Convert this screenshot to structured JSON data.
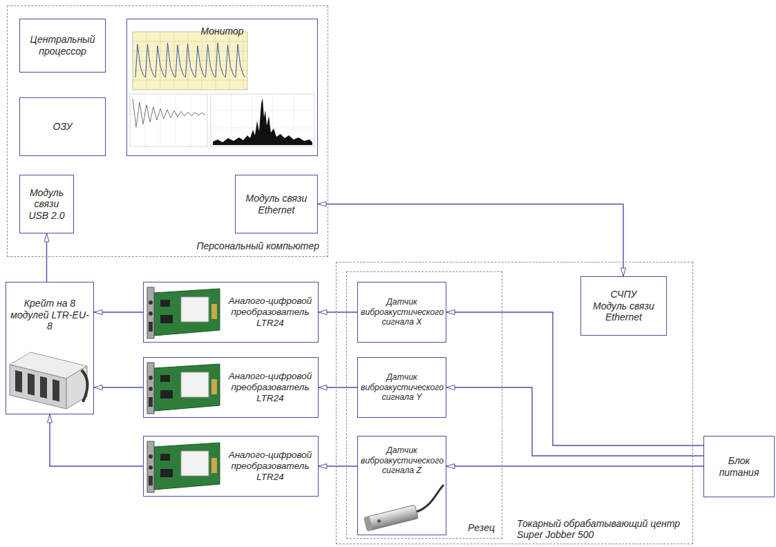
{
  "diagram": {
    "nodes": [
      {
        "text": [
          "Персональный компьютер"
        ]
      },
      {
        "text": [
          "Центральный процессор"
        ],
        "in": 0
      },
      {
        "text": [
          "Монитор"
        ],
        "in": 0
      },
      {
        "text": [
          "ОЗУ"
        ],
        "in": 0
      },
      {
        "text": [
          "Модуль связи USB 2.0"
        ],
        "in": 0
      },
      {
        "text": [
          "Модуль связи Ethernet"
        ],
        "in": 0
      },
      {
        "text": [
          "Крейт на 8 модулей LTR-EU-8"
        ]
      },
      {
        "text": [
          "Аналого-цифровой преобразователь LTR24"
        ]
      },
      {
        "text": [
          "Аналого-цифровой преобразователь LTR24"
        ]
      },
      {
        "text": [
          "Аналого-цифровой преобразователь LTR24"
        ]
      },
      {
        "text": [
          "Токарный обрабатывающий центр Super Jobber 500"
        ]
      },
      {
        "text": [
          "Резец"
        ],
        "in": 10
      },
      {
        "text": [
          "Датчик виброакустического сигнала X"
        ],
        "in": 11
      },
      {
        "text": [
          "Датчик виброакустического сигнала Y"
        ],
        "in": 11
      },
      {
        "text": [
          "Датчик виброакустического сигнала Z"
        ],
        "in": 11
      },
      {
        "text": [
          "СЧПУ",
          "Модуль связи Ethernet"
        ],
        "in": 10
      },
      {
        "text": [
          "Блок питания"
        ]
      }
    ],
    "edges": [
      {
        "from": 5,
        "to": 15,
        "arrow": "both"
      },
      {
        "from": 6,
        "to": 4,
        "arrow": "to"
      },
      {
        "from": 7,
        "to": 6,
        "arrow": "to"
      },
      {
        "from": 8,
        "to": 6,
        "arrow": "to"
      },
      {
        "from": 9,
        "to": 6,
        "arrow": "to"
      },
      {
        "from": 12,
        "to": 7,
        "arrow": "to"
      },
      {
        "from": 13,
        "to": 8,
        "arrow": "to"
      },
      {
        "from": 14,
        "to": 9,
        "arrow": "to"
      },
      {
        "from": 16,
        "to": 12,
        "arrow": "to"
      },
      {
        "from": 16,
        "to": 13,
        "arrow": "to"
      },
      {
        "from": 16,
        "to": 14,
        "arrow": "to"
      }
    ]
  }
}
